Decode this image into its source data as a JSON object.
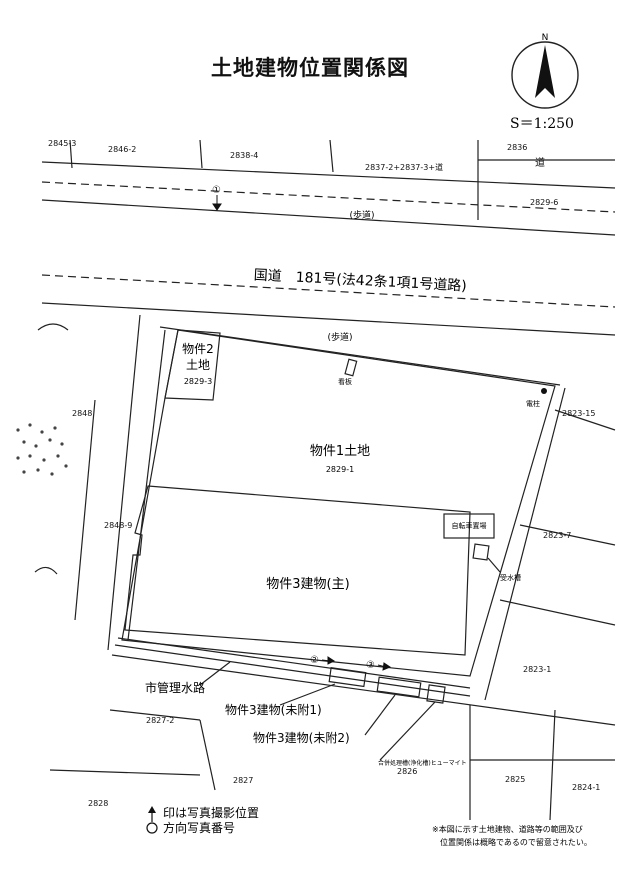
{
  "title": "土地建物位置関係図",
  "compass": {
    "north": "N",
    "scale": "S＝1:250"
  },
  "road": {
    "name": "国道　181号(法42条1項1号道路)",
    "sidewalk_top": "(歩道)",
    "sidewalk_bottom": "(歩道)"
  },
  "lots": {
    "l2845_3": "2845-3",
    "l2846_2": "2846-2",
    "l2838_4": "2838-4",
    "l2837": "2837-2+2837-3+道",
    "l2836": "2836",
    "road_char": "道",
    "l2829_6": "2829-6",
    "l2848": "2848",
    "l2848_9": "2848-9",
    "l2823_15": "2823-15",
    "l2823_7": "2823-7",
    "l2823_1": "2823-1",
    "l2827_2": "2827-2",
    "l2827": "2827",
    "l2826": "2826",
    "l2825": "2825",
    "l2824_1": "2824-1",
    "l2828": "2828"
  },
  "property": {
    "land1": "物件1土地",
    "land1_lot": "2829-1",
    "land2_line1": "物件2",
    "land2_line2": "土地",
    "land2_lot": "2829-3",
    "building_main": "物件3建物(主)",
    "annex1": "物件3建物(未附1)",
    "annex2": "物件3建物(未附2)"
  },
  "features": {
    "signboard": "看板",
    "pole": "電柱",
    "bicycle": "自転車置場",
    "water_tank": "受水槽",
    "septic": "合併処理槽(浄化槽)ヒューマイト",
    "waterway": "市管理水路"
  },
  "photo_markers": [
    "①",
    "②",
    "③"
  ],
  "legend": {
    "line1": "印は写真撮影位置",
    "line2": "方向写真番号"
  },
  "note": {
    "line1": "※本図に示す土地建物、道路等の範囲及び",
    "line2": "位置関係は概略であるので留意されたい。"
  }
}
